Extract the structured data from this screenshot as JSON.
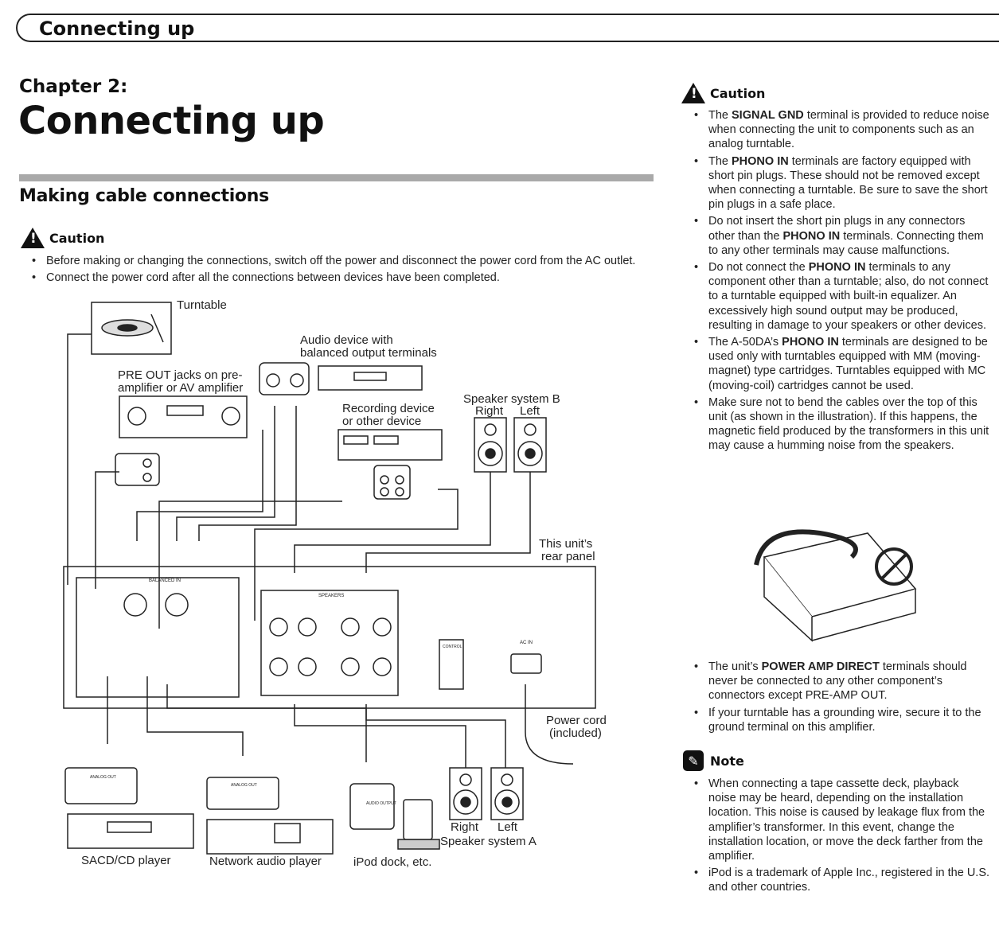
{
  "header": {
    "title": "Connecting up"
  },
  "chapter": {
    "label": "Chapter 2:",
    "title": "Connecting up"
  },
  "section": {
    "title": "Making cable connections"
  },
  "caution_label": "Caution",
  "note_label": "Note",
  "left_caution": [
    "Before making or changing the connections, switch off the power and disconnect the power cord from the AC outlet.",
    "Connect the power cord after all the connections between devices have been completed."
  ],
  "right_caution": [
    {
      "pre": "The ",
      "bold": "SIGNAL GND",
      "post": " terminal is provided to reduce noise when connecting the unit to components such as an analog turntable."
    },
    {
      "pre": "The ",
      "bold": "PHONO IN",
      "post": " terminals are factory equipped with short pin plugs. These should not be removed except when connecting a turntable. Be sure to save the short pin plugs in a safe place."
    },
    {
      "pre": "Do not insert the short pin plugs in any connectors other than the ",
      "bold": "PHONO IN",
      "post": " terminals. Connecting them to any other terminals may cause malfunctions."
    },
    {
      "pre": "Do not connect the ",
      "bold": "PHONO IN",
      "post": " terminals to any component other than a turntable; also, do not connect to a turntable equipped with built-in equalizer. An excessively high sound output may be produced, resulting in damage to your speakers or other devices."
    },
    {
      "pre": "The A-50DA’s ",
      "bold": "PHONO IN",
      "post": " terminals are designed to be used only with turntables equipped with MM (moving-magnet) type cartridges. Turntables equipped with MC (moving-coil) cartridges cannot be used."
    },
    {
      "pre": "Make sure not to bend the cables over the top of this unit (as shown in the illustration). If this happens, the magnetic field produced by the transformers in this unit may cause a humming noise from the speakers.",
      "bold": "",
      "post": ""
    }
  ],
  "right_caution_2": [
    {
      "pre": "The unit’s ",
      "bold": "POWER AMP DIRECT",
      "post": " terminals should never be connected to any other component’s connectors except PRE-AMP OUT."
    },
    {
      "pre": "If your turntable has a grounding wire, secure it to the ground terminal on this amplifier.",
      "bold": "",
      "post": ""
    }
  ],
  "notes": [
    "When connecting a tape cassette deck, playback noise may be heard, depending on the installation location. This noise is caused by leakage flux from the amplifier’s transformer. In this event, change the installation location, or move the deck farther from the amplifier.",
    "iPod is a trademark of Apple Inc., registered in the U.S. and other countries."
  ],
  "diagram": {
    "turntable": "Turntable",
    "audio_device_1": "Audio device with",
    "audio_device_2": "balanced output terminals",
    "preout_1": "PRE OUT jacks on pre-",
    "preout_2": "amplifier or AV amplifier",
    "recording_1": "Recording device",
    "recording_2": "or other device",
    "spkb": "Speaker system B",
    "right": "Right",
    "left": "Left",
    "rear_1": "This  unit’s",
    "rear_2": "rear panel",
    "power_1": "Power cord",
    "power_2": "(included)",
    "spka": "Speaker system A",
    "sacd": "SACD/CD player",
    "network": "Network audio player",
    "ipod": "iPod dock, etc.",
    "balanced_in": "BALANCED IN",
    "speakers": "SPEAKERS",
    "ac_in": "AC IN",
    "control": "CONTROL",
    "analog_out": "ANALOG OUT",
    "audio_output": "AUDIO OUTPUT"
  }
}
